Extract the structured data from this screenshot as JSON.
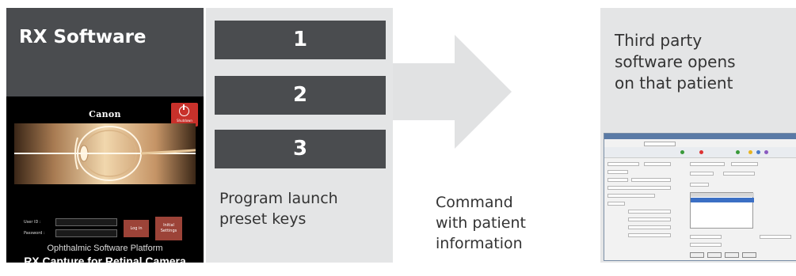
{
  "rx_software": {
    "title": "RX Software",
    "screen": {
      "logo": "Canon",
      "shutdown_label": "Shutdown",
      "user_id_label": "User ID :",
      "password_label": "Password :",
      "login_label": "Log in",
      "initial_settings_label": "Initial Settings",
      "platform_text": "Ophthalmic Software Platform",
      "capture_text": "RX Capture for Retinal Camera"
    }
  },
  "preset_keys": {
    "keys": [
      "1",
      "2",
      "3"
    ],
    "caption_line1": "Program launch",
    "caption_line2": "preset keys"
  },
  "command": {
    "line1": "Command",
    "line2": "with patient",
    "line3": "information"
  },
  "third_party": {
    "line1": "Third party",
    "line2": "software opens",
    "line3": "on that patient"
  },
  "colors": {
    "dark_panel": "#4a4c4f",
    "light_panel": "#e4e5e6",
    "arrow": "#e1e2e3",
    "shutdown_red": "#c8312b",
    "button_brown": "#9c4338"
  }
}
